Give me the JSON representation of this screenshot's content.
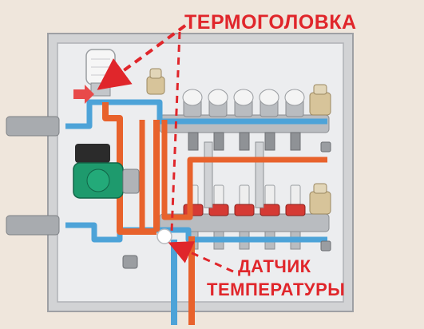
{
  "labels": {
    "thermo_head": "ТЕРМОГОЛОВКА",
    "sensor_line1": "ДАТЧИК",
    "sensor_line2": "ТЕМПЕРАТУРЫ"
  },
  "colors": {
    "wall": "#efe6dc",
    "cabinet_frame": "#d2d3d5",
    "cabinet_inner": "#ecedef",
    "hot_flow": "#e8622c",
    "cold_flow": "#4da3d8",
    "label_red": "#e0262b",
    "pump_green": "#1e9a6d",
    "manifold_metal": "#b9bcc0",
    "flow_meter_red": "#d53a34"
  },
  "icons": {
    "thermo_head": "thermostatic-head-icon",
    "pump": "circulation-pump-icon",
    "sensor": "temperature-sensor-icon",
    "air_vent": "air-vent-icon"
  }
}
